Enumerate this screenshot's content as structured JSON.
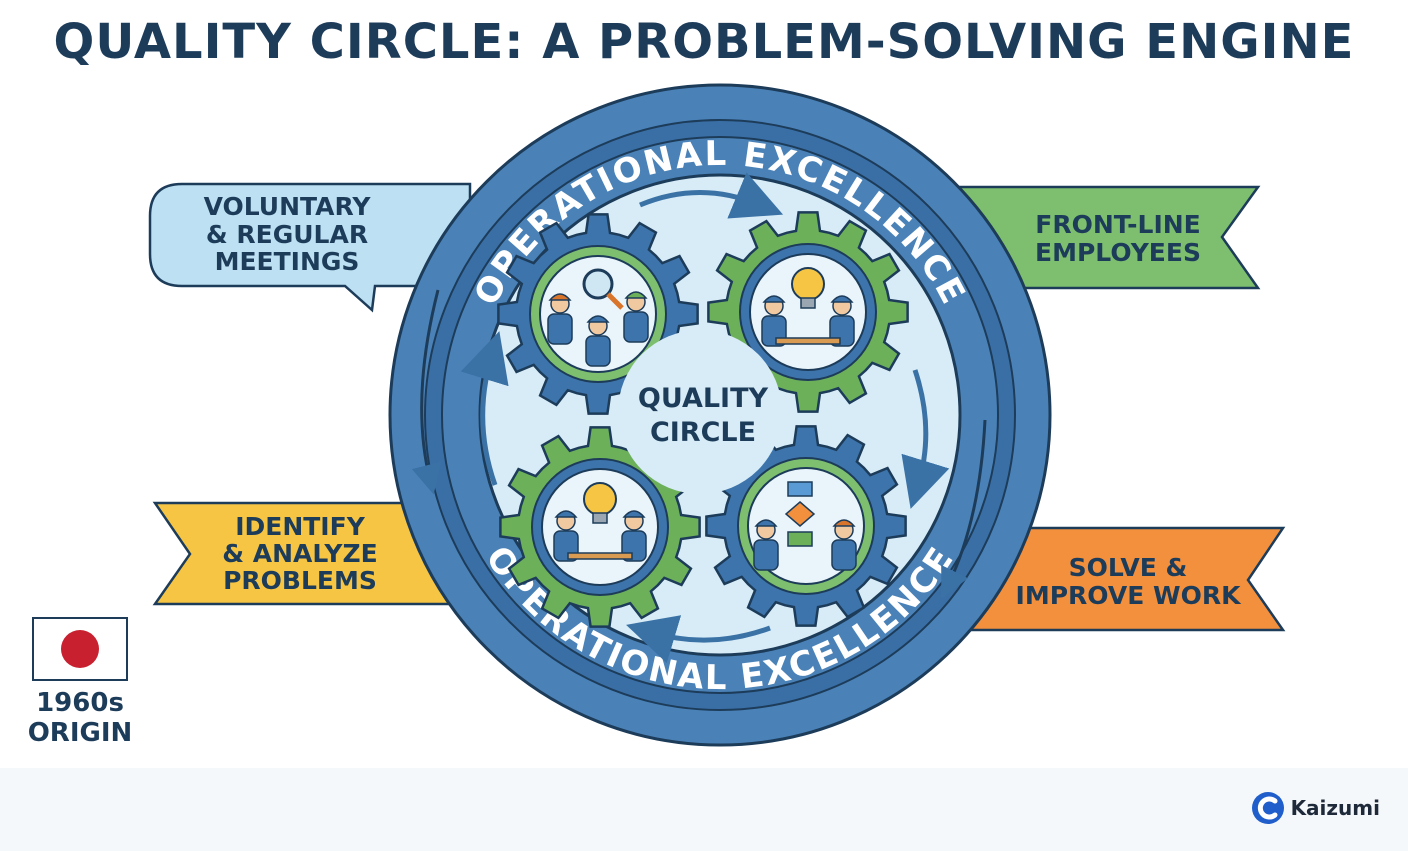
{
  "title": "QUALITY CIRCLE: A PROBLEM-SOLVING ENGINE",
  "ring_text_top": "OPERATIONAL EXCELLENCE",
  "ring_text_bottom": "OPERATIONAL EXCELLENCE",
  "center": {
    "line1": "QUALITY",
    "line2": "CIRCLE"
  },
  "callouts": {
    "meetings": [
      "VOLUNTARY",
      "& REGULAR",
      "MEETINGS"
    ],
    "employees": [
      "FRONT-LINE",
      "EMPLOYEES"
    ],
    "identify": [
      "IDENTIFY",
      "& ANALYZE",
      "PROBLEMS"
    ],
    "solve": [
      "SOLVE &",
      "IMPROVE WORK"
    ]
  },
  "origin": {
    "line1": "1960s",
    "line2": "ORIGIN"
  },
  "brand": {
    "name": "Kaizumi"
  },
  "colors": {
    "navy": "#1d3c5a",
    "ring_blue": "#4a82b8",
    "gear_blue": "#3d74ac",
    "gear_green": "#6db05a",
    "callout_blue": "#bde0f2",
    "callout_green": "#7dbf6e",
    "callout_yellow": "#f6c544",
    "callout_orange": "#f2903e",
    "flag_red": "#c8202f"
  },
  "icons": [
    "magnifier-icon",
    "lightbulb-icon",
    "flowchart-icon",
    "gear-icon",
    "japan-flag-icon",
    "kaizumi-logo-icon"
  ]
}
